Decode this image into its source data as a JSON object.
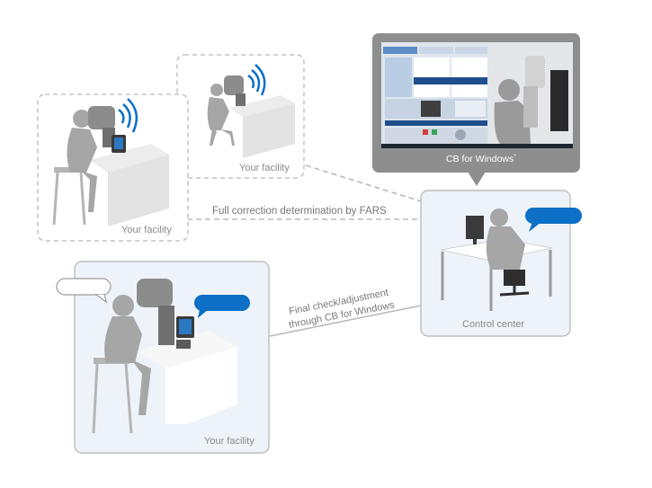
{
  "facilities": [
    {
      "label": "Your facility"
    },
    {
      "label": "Your facility"
    },
    {
      "label": "Your facility"
    }
  ],
  "control_center": {
    "label": "Control center"
  },
  "monitor": {
    "caption": "CB for Windows",
    "trademark": "*"
  },
  "connections": {
    "fars_label": "Full correction determination by FARS",
    "final_check_line1": "Final check/adjustment",
    "final_check_line2": "through CB for Windows"
  },
  "colors": {
    "panel_bg": "#eef3fa",
    "panel_border": "#bdbdbd",
    "silhouette": "#a6a6a6",
    "speech_blue": "#0d6fc5",
    "connector": "#b9b9b9",
    "monitor_frame": "#8e8e8e"
  }
}
